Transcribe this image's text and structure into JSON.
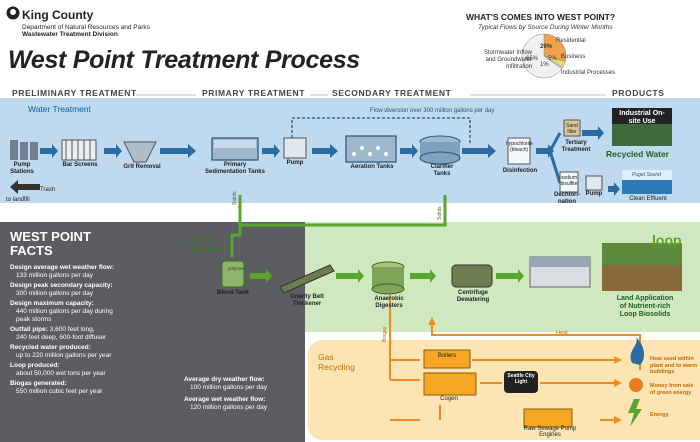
{
  "header": {
    "org": "King County",
    "dept1": "Department of Natural Resources and Parks",
    "dept2": "Wastewater Treatment Division",
    "title": "West Point Treatment Process"
  },
  "pie": {
    "title": "WHAT'S COMES INTO WEST POINT?",
    "subtitle": "Typical Flows by Source During Winter Months",
    "slices": [
      {
        "label": "Residential",
        "pct_label": "29%",
        "value": 29,
        "color": "#f2a24a"
      },
      {
        "label": "Business",
        "pct_label": "5%",
        "value": 5,
        "color": "#e9d67c"
      },
      {
        "label": "Industrial Processes",
        "pct_label": "1%",
        "value": 1,
        "color": "#d9ecf7"
      },
      {
        "label": "Stormwater Inflow and Groundwater Infiltration",
        "pct_label": "65%",
        "value": 65,
        "color": "#eef0f2"
      }
    ]
  },
  "sections": {
    "preliminary": "PRELIMINARY TREATMENT",
    "primary": "PRIMARY TREATMENT",
    "secondary": "SECONDARY TREATMENT",
    "products": "PRODUCTS"
  },
  "water": {
    "band_label": "Water Treatment",
    "diversion": "Flow diversion over 300 million gallons per day",
    "pump_stations": "Pump Stations",
    "bar_screens": "Bar Screens",
    "grit_removal": "Grit Removal",
    "trash": "Trash",
    "to_landfill": "to landfill",
    "primary_tanks": "Primary Sedimentation Tanks",
    "pump": "Pump",
    "aeration": "Aeration Tanks",
    "clarifier": "Clarifier Tanks",
    "hypochlorite": "hypochlorite (bleach)",
    "disinfection": "Disinfection",
    "sand_filter": "Sand filter",
    "tertiary": "Tertiary Treatment",
    "bisulfite": "sodium bisulfite",
    "dechlorination": "Dechlori- nation",
    "pump2": "Pump",
    "industrial": "Industrial On-site Use",
    "recycled": "Recycled Water",
    "puget": "Puget Sound",
    "clean": "Clean Effluent",
    "solids_tag": "Solids"
  },
  "solids": {
    "band_label": "Solids Treatment",
    "blend": "Blend Tank",
    "thickener": "Gravity Belt Thickener",
    "digesters": "Anaerobic Digesters",
    "dewatering": "Centrifuge Dewatering",
    "land1": "Land Application",
    "land2": "of Nutrient-rich",
    "land3": "Loop Biosolids",
    "loop_logo": "loop",
    "polymer": "polymer",
    "heat": "Heat",
    "biogas": "Biogas"
  },
  "gas": {
    "band_label": "Gas Recycling",
    "boilers": "Boilers",
    "cogen": "Cogen",
    "scl": "Seattle City Light",
    "raw_pump": "Raw Sewage Pump Engines",
    "heat_used": "Heat used within plant and to warm buildings",
    "money": "Money from sale of green energy",
    "energy": "Energy"
  },
  "facts": {
    "heading1": "WEST POINT",
    "heading2": "FACTS",
    "items": [
      {
        "k": "Design average wet weather flow:",
        "v": [
          "133 million gallons per day"
        ]
      },
      {
        "k": "Design peak secondary capacity:",
        "v": [
          "300 million gallons per day"
        ]
      },
      {
        "k": "Design maximum capacity:",
        "v": [
          "440 million gallons per day during",
          "peak storms"
        ]
      },
      {
        "k": "Outfall pipe:",
        "kv": " 3,600 feet long,",
        "v": [
          "240 feet deep, 600-foot diffuser"
        ]
      },
      {
        "k": "Recycled water produced:",
        "v": [
          "up to 220 million gallons per year"
        ]
      },
      {
        "k": "Loop produced:",
        "v": [
          "about 50,000 wet tons per year"
        ]
      },
      {
        "k": "Biogas generated:",
        "v": [
          "550 million cubic feet per year"
        ]
      }
    ],
    "right": [
      {
        "k": "Average dry weather flow:",
        "v": "100 million gallons per day"
      },
      {
        "k": "Average wet weather flow:",
        "v": "120 million gallons per day"
      }
    ]
  }
}
